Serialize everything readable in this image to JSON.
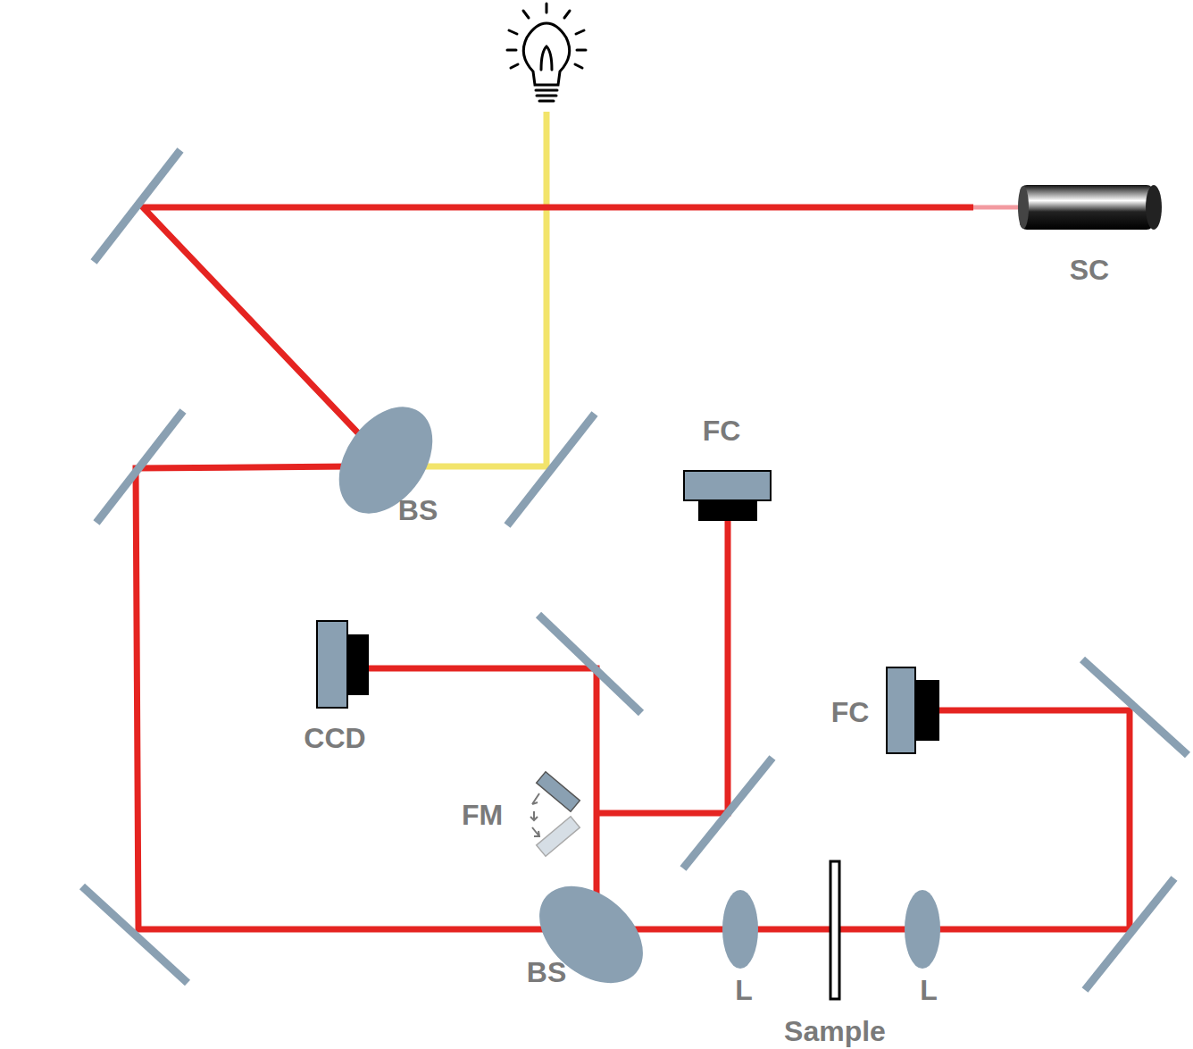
{
  "diagram": {
    "labels": [
      "SC",
      "FC",
      "BS",
      "FC",
      "CCD",
      "FM",
      "BS",
      "L",
      "L",
      "Sample"
    ]
  }
}
